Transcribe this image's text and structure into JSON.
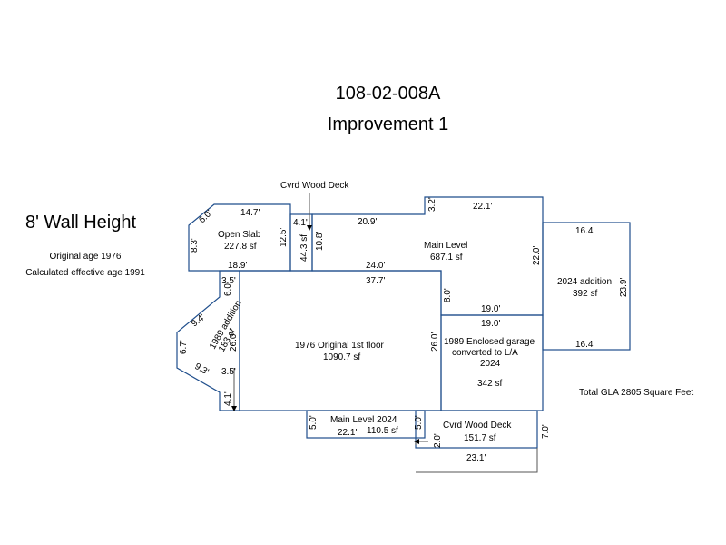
{
  "header": {
    "parcel_id": "108-02-008A",
    "improvement": "Improvement 1"
  },
  "notes": {
    "wall_height": "8' Wall Height",
    "original_age": "Original age 1976",
    "effective_age": "Calculated effective age 1991",
    "total_gla": "Total GLA 2805 Square Feet"
  },
  "colors": {
    "wall": "#1f4e8c",
    "text": "#000000"
  },
  "areas": {
    "open_slab": {
      "name": "Open Slab",
      "area": "227.8 sf"
    },
    "main_level": {
      "name": "Main Level",
      "area": "687.1 sf"
    },
    "addition_2024": {
      "name": "2024 addition",
      "area": "392 sf"
    },
    "original_1976": {
      "name": "1976 Original 1st floor",
      "area": "1090.7 sf"
    },
    "garage": {
      "line1": "1989 Enclosed garage",
      "line2": "converted to L/A",
      "line3": "2024",
      "area": "342 sf"
    },
    "addition_1989": {
      "line1": "1989 addition",
      "area": "183 sf"
    },
    "main_level_2024": {
      "name": "Main Level 2024",
      "area": "110.5 sf"
    },
    "cvrd_deck_bottom": {
      "name": "Cvrd Wood Deck",
      "area": "151.7 sf"
    },
    "cvrd_deck_top": {
      "name": "Cvrd Wood Deck",
      "area": "44.3 sf"
    }
  },
  "dims": {
    "d14_7": "14.7'",
    "d6_0a": "6.0'",
    "d8_3": "8.3'",
    "d18_9": "18.9'",
    "d12_5": "12.5'",
    "d4_1a": "4.1'",
    "d10_8": "10.8'",
    "d20_9": "20.9'",
    "d3_2": "3.2'",
    "d22_1a": "22.1'",
    "d22_0": "22.0'",
    "d24_0": "24.0'",
    "d16_4a": "16.4'",
    "d23_9": "23.9'",
    "d16_4b": "16.4'",
    "d37_7": "37.7'",
    "d8_0": "8.0'",
    "d19_0a": "19.0'",
    "d19_0b": "19.0'",
    "d26_0a": "26.0'",
    "d26_0b": "26.0'",
    "d3_5a": "3.5'",
    "d6_0b": "6.0'",
    "d9_4": "9.4'",
    "d6_7": "6.7'",
    "d9_3": "9.3'",
    "d3_5b": "3.5'",
    "d4_1b": "4.1'",
    "d5_0a": "5.0'",
    "d22_1b": "22.1'",
    "d5_0b": "5.0'",
    "d2_0": "2.0'",
    "d7_0": "7.0'",
    "d23_1": "23.1'"
  }
}
